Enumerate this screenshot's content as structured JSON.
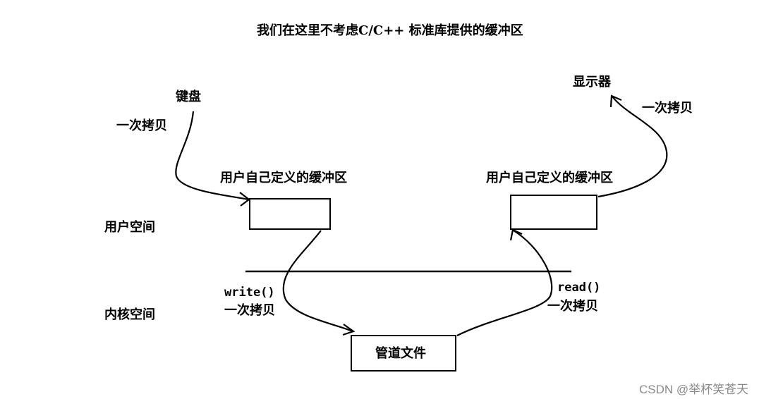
{
  "title": "我们在这里不考虑C/C++ 标准库提供的缓冲区",
  "regions": {
    "user_space": "用户空间",
    "kernel_space": "内核空间"
  },
  "devices": {
    "keyboard": "键盘",
    "display": "显示器"
  },
  "buffers": {
    "left_label": "用户自己定义的缓冲区",
    "right_label": "用户自己定义的缓冲区",
    "pipe_file": "管道文件"
  },
  "copies": {
    "keyboard_copy": "一次拷贝",
    "display_copy": "一次拷贝",
    "write_call": "write()",
    "write_copy": "一次拷贝",
    "read_call": "read()",
    "read_copy": "一次拷贝"
  },
  "watermark": "CSDN @举杯笑苍天"
}
